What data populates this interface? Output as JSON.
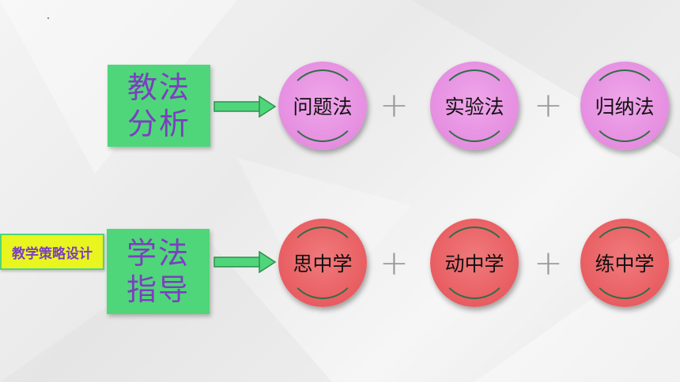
{
  "teaching_method": {
    "label_line1": "教法",
    "label_line2": "分析",
    "items": [
      "问题法",
      "实验法",
      "归纳法"
    ]
  },
  "learning_method": {
    "label_line1": "学法",
    "label_line2": "指导",
    "items": [
      "思中学",
      "动中学",
      "练中学"
    ]
  },
  "strategy_tag": "教学策略设计",
  "connector_symbol": "+",
  "colors": {
    "label_box": "#4fd67a",
    "label_text": "#7b3fbf",
    "teach_circles": "#e58ee0",
    "learn_circles": "#e85d61",
    "strategy_tag": "#e9f51e"
  }
}
